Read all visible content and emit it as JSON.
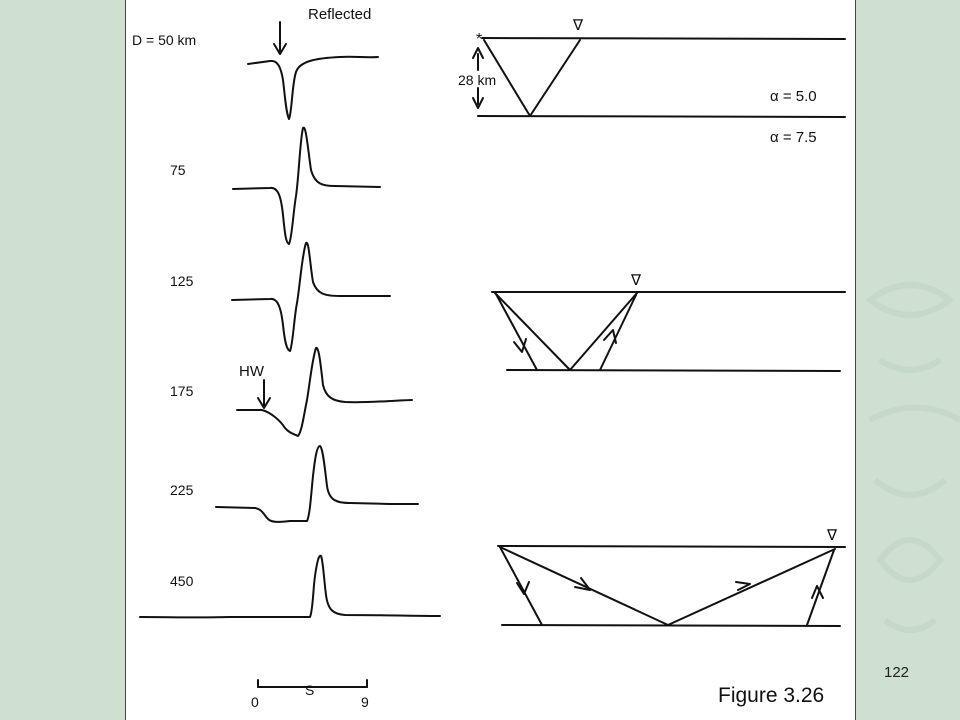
{
  "slide": {
    "page_number": "122",
    "caption": "Figure 3.26"
  },
  "seismograms": {
    "reflected_label": "Reflected",
    "hw_label": "HW",
    "traces": [
      {
        "distance_label": "D = 50 km"
      },
      {
        "distance_label": "75"
      },
      {
        "distance_label": "125"
      },
      {
        "distance_label": "175"
      },
      {
        "distance_label": "225"
      },
      {
        "distance_label": "450"
      }
    ],
    "timescale": {
      "start": "0",
      "unit": "S",
      "end": "9"
    }
  },
  "ray_diagrams": {
    "depth_label": "28 km",
    "upper_velocity": "α = 5.0",
    "lower_velocity": "α = 7.5",
    "receiver_symbol": "∇"
  },
  "colors": {
    "slide_background": "#cfdfd0",
    "figure_background": "#ffffff",
    "ink": "#111111"
  }
}
